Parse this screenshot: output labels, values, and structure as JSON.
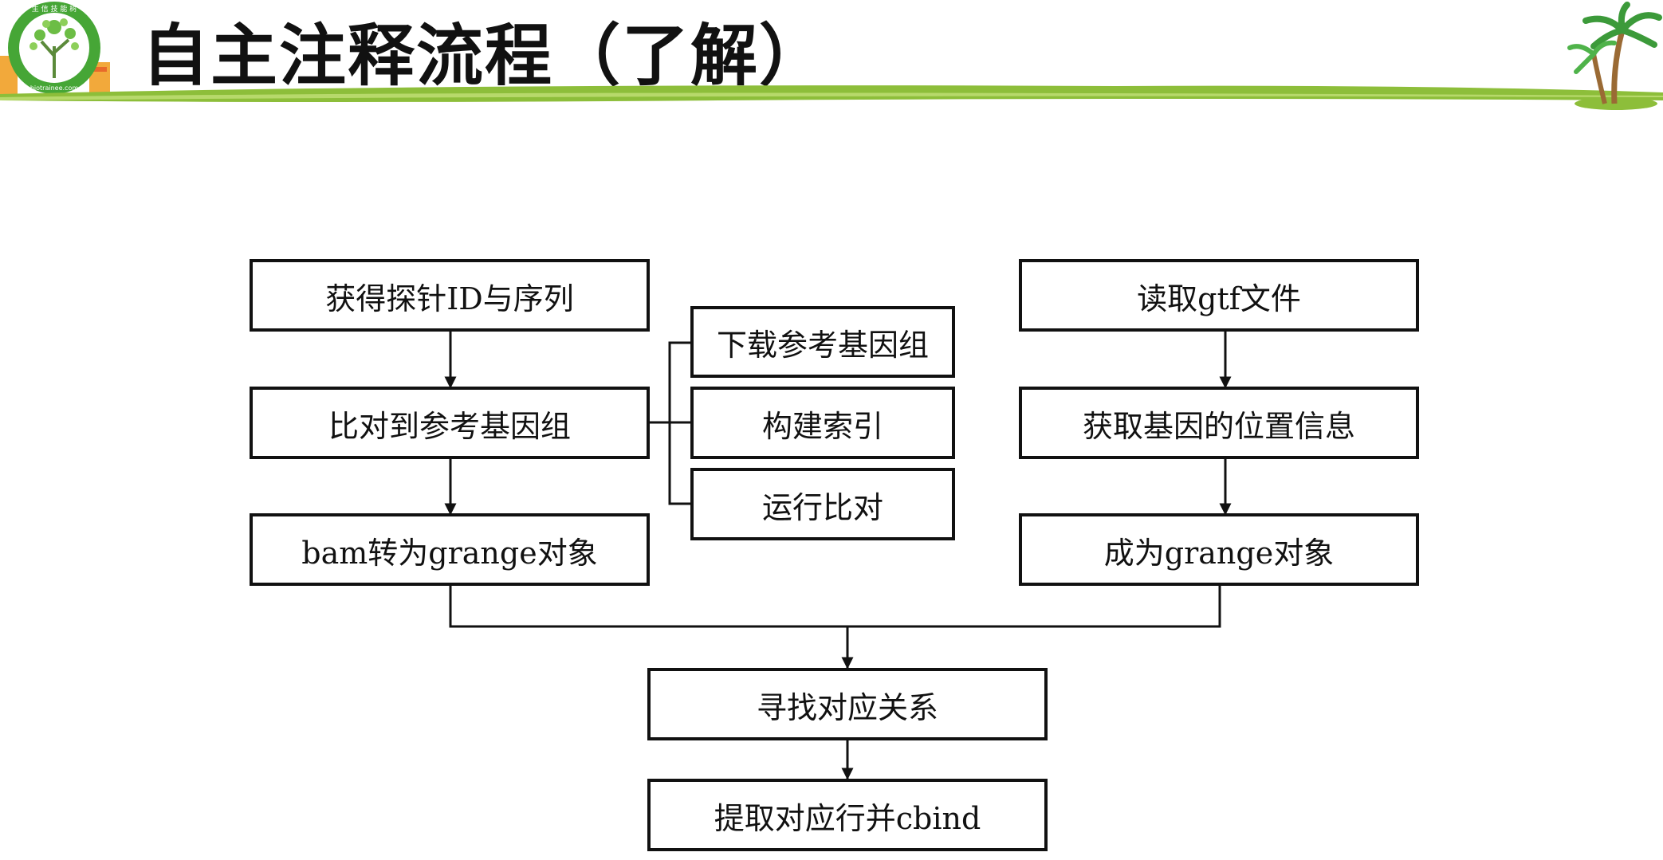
{
  "title": "自主注释流程（了解）",
  "logo": {
    "top_text": "生 信 技 能 树",
    "bottom_text": "biotrainee.com"
  },
  "colors": {
    "band_green": "#8dbe3a",
    "box_border": "#111111",
    "logo_green": "#46a636"
  },
  "boxes": {
    "probe_seq": "获得探针ID与序列",
    "align": "比对到参考基因组",
    "bam_grange": "bam转为grange对象",
    "download_genome": "下载参考基因组",
    "build_index": "构建索引",
    "run_align": "运行比对",
    "read_gtf": "读取gtf文件",
    "gene_pos": "获取基因的位置信息",
    "to_grange": "成为grange对象",
    "find_relation": "寻找对应关系",
    "extract_cbind": "提取对应行并cbind"
  }
}
